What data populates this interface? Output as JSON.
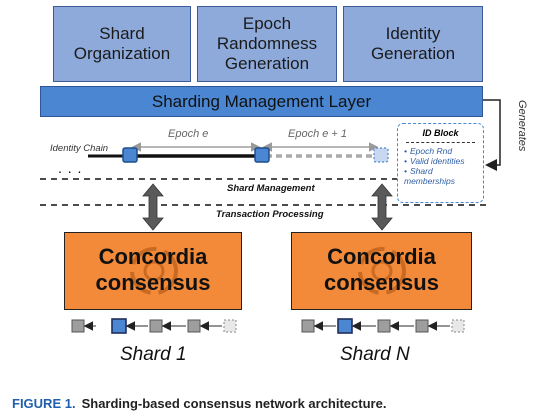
{
  "top_boxes": [
    {
      "label": "Shard\nOrganization"
    },
    {
      "label": "Epoch\nRandomness\nGeneration"
    },
    {
      "label": "Identity\nGeneration"
    }
  ],
  "management_layer": {
    "label": "Sharding Management Layer"
  },
  "generates_label": "Generates",
  "identity_chain": {
    "label": "Identity Chain",
    "ellipsis": ". . .",
    "epoch_e": "Epoch e",
    "epoch_e1": "Epoch e + 1"
  },
  "id_block": {
    "title": "ID Block",
    "items": [
      "Epoch Rnd",
      "Valid identities",
      "Shard memberships"
    ]
  },
  "shard_management": "Shard Management",
  "transaction_processing": "Transaction Processing",
  "consensus_boxes": [
    {
      "line1": "Concordia",
      "line2": "consensus",
      "shard": "Shard 1"
    },
    {
      "line1": "Concordia",
      "line2": "consensus",
      "shard": "Shard N"
    }
  ],
  "caption": {
    "number": "FIGURE 1.",
    "text": "Sharding-based consensus network architecture."
  },
  "colors": {
    "top_box": "#8eaadb",
    "management": "#4a86d1",
    "consensus": "#f28a3a",
    "block_blue": "#4a86d1",
    "block_gray": "#9e9e9e"
  }
}
